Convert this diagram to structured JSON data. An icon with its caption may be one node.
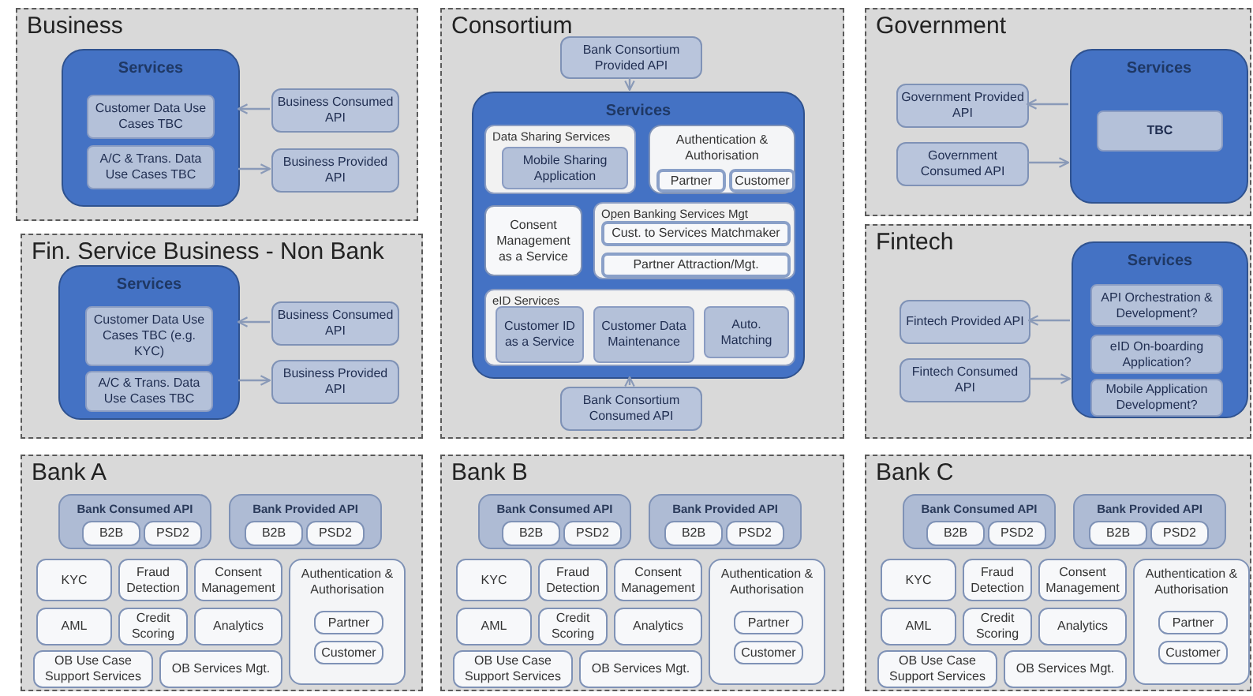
{
  "diagram": {
    "nodes": [
      {
        "text": [
          "Business"
        ]
      },
      {
        "text": [
          "Services"
        ],
        "in": 0
      },
      {
        "text": [
          "Customer Data Use Cases TBC"
        ],
        "in": 1
      },
      {
        "text": [
          "A/C & Trans. Data Use Cases TBC"
        ],
        "in": 1
      },
      {
        "text": [
          "Business Consumed API"
        ],
        "in": 0
      },
      {
        "text": [
          "Business Provided API"
        ],
        "in": 0
      },
      {
        "text": [
          "Fin. Service Business - Non Bank"
        ]
      },
      {
        "text": [
          "Services"
        ],
        "in": 6
      },
      {
        "text": [
          "Customer Data Use Cases TBC (e.g. KYC)"
        ],
        "in": 7
      },
      {
        "text": [
          "A/C & Trans. Data Use Cases TBC"
        ],
        "in": 7
      },
      {
        "text": [
          "Business Consumed API"
        ],
        "in": 6
      },
      {
        "text": [
          "Business Provided API"
        ],
        "in": 6
      },
      {
        "text": [
          "Consortium"
        ]
      },
      {
        "text": [
          "Bank Consortium Provided API"
        ],
        "in": 12
      },
      {
        "text": [
          "Services"
        ],
        "in": 12
      },
      {
        "text": [
          "Data Sharing Services"
        ],
        "in": 14
      },
      {
        "text": [
          "Mobile Sharing Application"
        ],
        "in": 15
      },
      {
        "text": [
          "Authentication & Authorisation"
        ],
        "in": 14
      },
      {
        "text": [
          "Partner"
        ],
        "in": 17
      },
      {
        "text": [
          "Customer"
        ],
        "in": 17
      },
      {
        "text": [
          "Consent Management as a Service"
        ],
        "in": 14
      },
      {
        "text": [
          "Open Banking Services Mgt"
        ],
        "in": 14
      },
      {
        "text": [
          "Cust. to Services Matchmaker"
        ],
        "in": 21
      },
      {
        "text": [
          "Partner Attraction/Mgt."
        ],
        "in": 21
      },
      {
        "text": [
          "eID Services"
        ],
        "in": 14
      },
      {
        "text": [
          "Customer ID as a Service"
        ],
        "in": 24
      },
      {
        "text": [
          "Customer Data Maintenance"
        ],
        "in": 24
      },
      {
        "text": [
          "Auto. Matching"
        ],
        "in": 24
      },
      {
        "text": [
          "Bank Consortium Consumed API"
        ],
        "in": 12
      },
      {
        "text": [
          "Government"
        ]
      },
      {
        "text": [
          "Government Provided API"
        ],
        "in": 29
      },
      {
        "text": [
          "Government Consumed API"
        ],
        "in": 29
      },
      {
        "text": [
          "Services"
        ],
        "in": 29
      },
      {
        "text": [
          "TBC"
        ],
        "in": 32
      },
      {
        "text": [
          "Fintech"
        ]
      },
      {
        "text": [
          "Fintech Provided API"
        ],
        "in": 34
      },
      {
        "text": [
          "Fintech Consumed API"
        ],
        "in": 34
      },
      {
        "text": [
          "Services"
        ],
        "in": 34
      },
      {
        "text": [
          "API Orchestration & Development?"
        ],
        "in": 37
      },
      {
        "text": [
          "eID On-boarding Application?"
        ],
        "in": 37
      },
      {
        "text": [
          "Mobile Application Development?"
        ],
        "in": 37
      },
      {
        "text": [
          "Bank A"
        ]
      },
      {
        "text": [
          "Bank Consumed API"
        ],
        "in": 41
      },
      {
        "text": [
          "B2B"
        ],
        "in": 42
      },
      {
        "text": [
          "PSD2"
        ],
        "in": 42
      },
      {
        "text": [
          "Bank Provided API"
        ],
        "in": 41
      },
      {
        "text": [
          "B2B"
        ],
        "in": 45
      },
      {
        "text": [
          "PSD2"
        ],
        "in": 45
      },
      {
        "text": [
          "KYC"
        ],
        "in": 41
      },
      {
        "text": [
          "Fraud Detection"
        ],
        "in": 41
      },
      {
        "text": [
          "Consent Management"
        ],
        "in": 41
      },
      {
        "text": [
          "Authentication & Authorisation"
        ],
        "in": 41
      },
      {
        "text": [
          "Partner"
        ],
        "in": 51
      },
      {
        "text": [
          "Customer"
        ],
        "in": 51
      },
      {
        "text": [
          "AML"
        ],
        "in": 41
      },
      {
        "text": [
          "Credit Scoring"
        ],
        "in": 41
      },
      {
        "text": [
          "Analytics"
        ],
        "in": 41
      },
      {
        "text": [
          "OB Use Case Support Services"
        ],
        "in": 41
      },
      {
        "text": [
          "OB Services  Mgt."
        ],
        "in": 41
      },
      {
        "text": [
          "Bank B"
        ]
      },
      {
        "text": [
          "Bank Consumed API"
        ],
        "in": 59
      },
      {
        "text": [
          "B2B"
        ],
        "in": 60
      },
      {
        "text": [
          "PSD2"
        ],
        "in": 60
      },
      {
        "text": [
          "Bank Provided API"
        ],
        "in": 59
      },
      {
        "text": [
          "B2B"
        ],
        "in": 63
      },
      {
        "text": [
          "PSD2"
        ],
        "in": 63
      },
      {
        "text": [
          "KYC"
        ],
        "in": 59
      },
      {
        "text": [
          "Fraud Detection"
        ],
        "in": 59
      },
      {
        "text": [
          "Consent Management"
        ],
        "in": 59
      },
      {
        "text": [
          "Authentication & Authorisation"
        ],
        "in": 59
      },
      {
        "text": [
          "Partner"
        ],
        "in": 69
      },
      {
        "text": [
          "Customer"
        ],
        "in": 69
      },
      {
        "text": [
          "AML"
        ],
        "in": 59
      },
      {
        "text": [
          "Credit Scoring"
        ],
        "in": 59
      },
      {
        "text": [
          "Analytics"
        ],
        "in": 59
      },
      {
        "text": [
          "OB Use Case Support Services"
        ],
        "in": 59
      },
      {
        "text": [
          "OB Services  Mgt."
        ],
        "in": 59
      },
      {
        "text": [
          "Bank C"
        ]
      },
      {
        "text": [
          "Bank Consumed API"
        ],
        "in": 77
      },
      {
        "text": [
          "B2B"
        ],
        "in": 78
      },
      {
        "text": [
          "PSD2"
        ],
        "in": 78
      },
      {
        "text": [
          "Bank Provided API"
        ],
        "in": 77
      },
      {
        "text": [
          "B2B"
        ],
        "in": 81
      },
      {
        "text": [
          "PSD2"
        ],
        "in": 81
      },
      {
        "text": [
          "KYC"
        ],
        "in": 77
      },
      {
        "text": [
          "Fraud Detection"
        ],
        "in": 77
      },
      {
        "text": [
          "Consent Management"
        ],
        "in": 77
      },
      {
        "text": [
          "Authentication & Authorisation"
        ],
        "in": 77
      },
      {
        "text": [
          "Partner"
        ],
        "in": 87
      },
      {
        "text": [
          "Customer"
        ],
        "in": 87
      },
      {
        "text": [
          "AML"
        ],
        "in": 77
      },
      {
        "text": [
          "Credit Scoring"
        ],
        "in": 77
      },
      {
        "text": [
          "Analytics"
        ],
        "in": 77
      },
      {
        "text": [
          "OB Use Case Support Services"
        ],
        "in": 77
      },
      {
        "text": [
          "OB Services  Mgt."
        ],
        "in": 77
      }
    ],
    "edges": [
      {
        "from": 4,
        "to": 1,
        "arrow": "to"
      },
      {
        "from": 1,
        "to": 5,
        "arrow": "to"
      },
      {
        "from": 10,
        "to": 7,
        "arrow": "to"
      },
      {
        "from": 7,
        "to": 11,
        "arrow": "to"
      },
      {
        "from": 13,
        "to": 14,
        "arrow": "to"
      },
      {
        "from": 28,
        "to": 14,
        "arrow": "to"
      },
      {
        "from": 32,
        "to": 30,
        "arrow": "to"
      },
      {
        "from": 31,
        "to": 32,
        "arrow": "to"
      },
      {
        "from": 37,
        "to": 35,
        "arrow": "to"
      },
      {
        "from": 36,
        "to": 37,
        "arrow": "to"
      }
    ]
  }
}
